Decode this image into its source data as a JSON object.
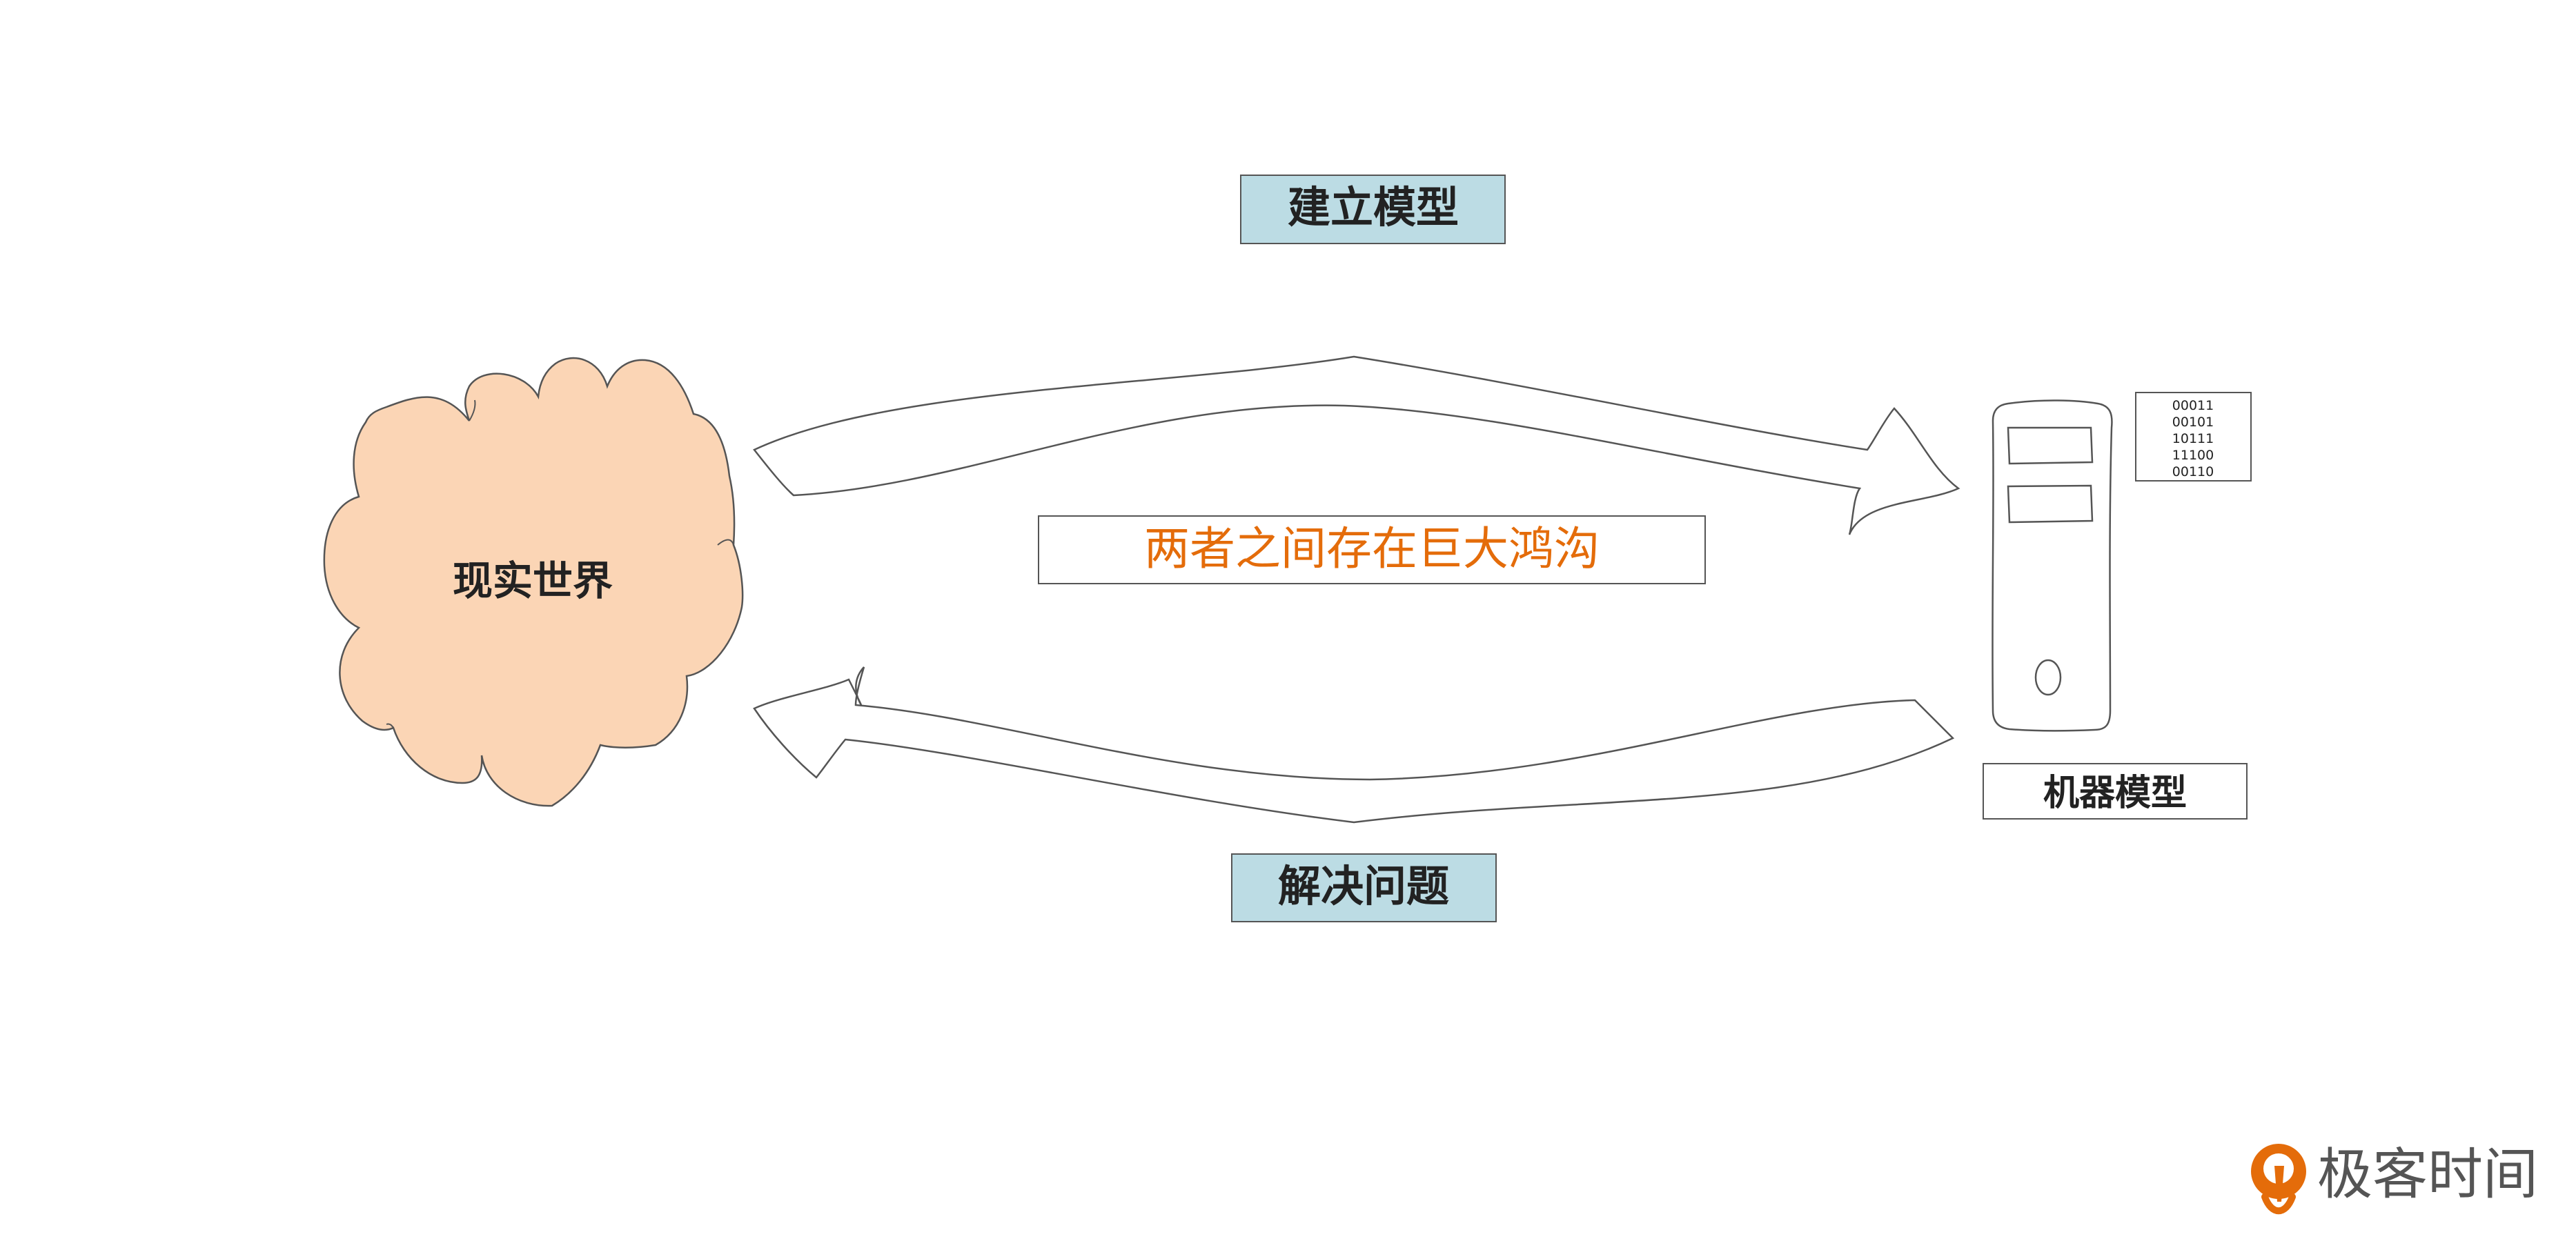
{
  "diagram": {
    "top_label": "建立模型",
    "bottom_label": "解决问题",
    "gap_label": "两者之间存在巨大鸿沟",
    "real_world_label": "现实世界",
    "machine_label": "机器模型",
    "binary_lines": [
      "00011",
      "00101",
      "10111",
      "11100",
      "00110"
    ]
  },
  "branding": {
    "logo_text": "极客时间",
    "logo_icon": "geektime-logo-icon"
  },
  "colors": {
    "cloud_fill": "#FBD5B5",
    "label_box_fill": "#BCDCE4",
    "gap_text": "#E46C0A",
    "stroke": "#555555",
    "logo_orange": "#E46C0A",
    "logo_text": "#555555"
  }
}
